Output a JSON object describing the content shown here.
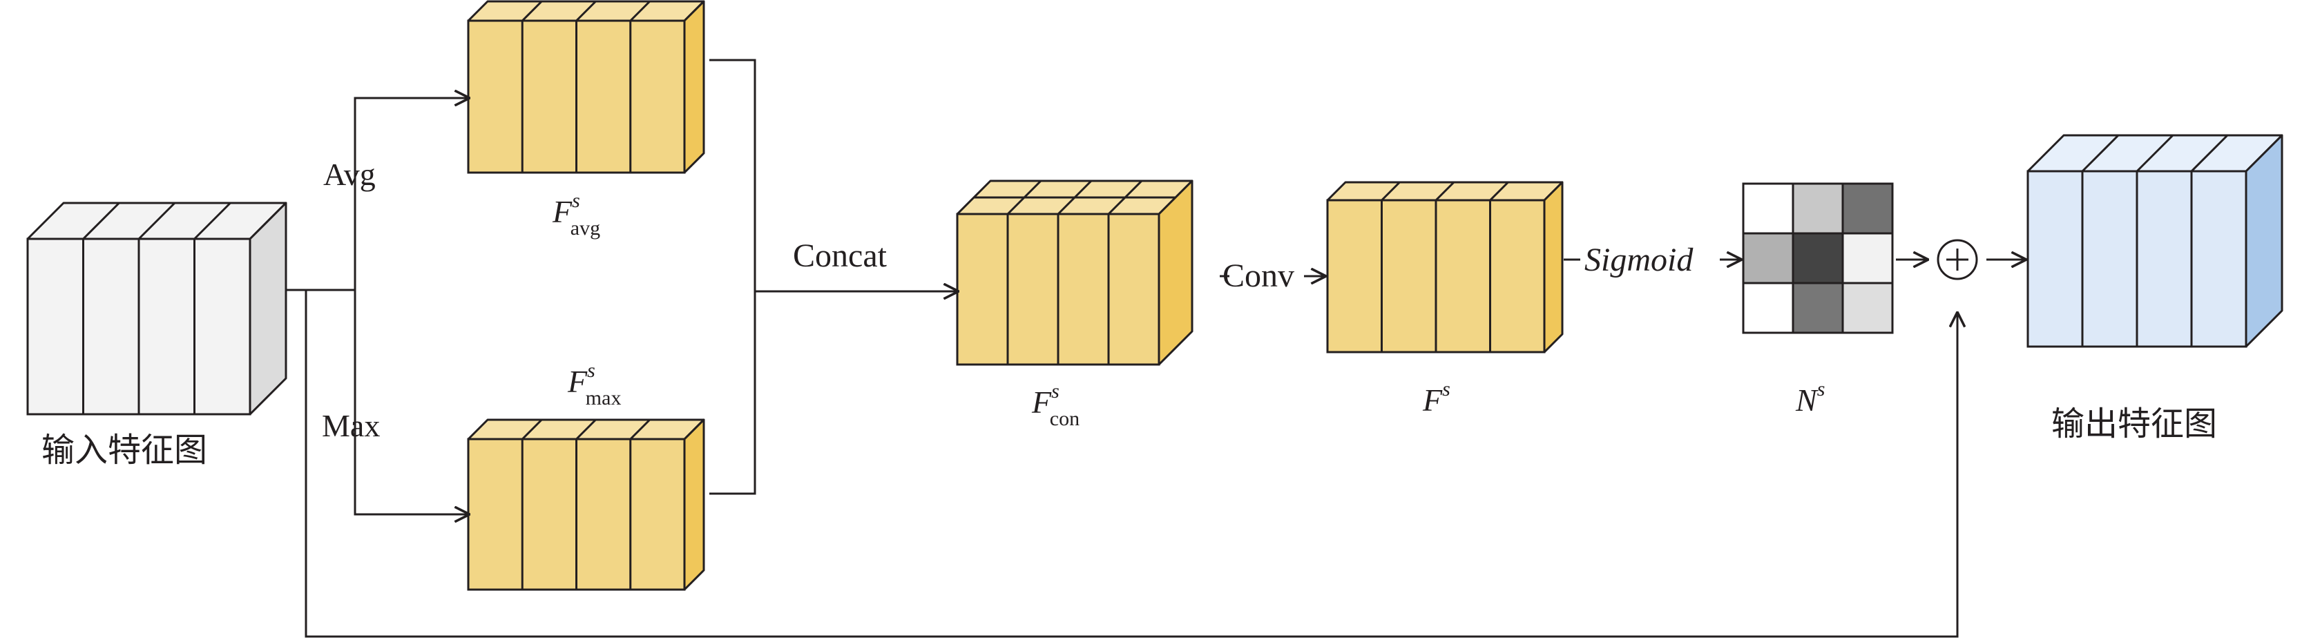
{
  "labels": {
    "input": "输入特征图",
    "output": "输出特征图",
    "avg": "Avg",
    "max": "Max",
    "concat": "Concat",
    "conv": "Conv",
    "sigmoid": "Sigmoid",
    "plus": "+"
  },
  "math": {
    "f_avg": {
      "base": "F",
      "sup": "s",
      "sub": "avg"
    },
    "f_max": {
      "base": "F",
      "sup": "s",
      "sub": "max"
    },
    "f_con": {
      "base": "F",
      "sup": "s",
      "sub": "con"
    },
    "f_s": {
      "base": "F",
      "sup": "s"
    },
    "n_s": {
      "base": "N",
      "sup": "s"
    }
  },
  "colors": {
    "ink": "#231f20",
    "input_face": "#f3f3f3",
    "input_side": "#dcdcdc",
    "feature_face": "#f2d686",
    "feature_top": "#f6e1a6",
    "feature_side": "#f0c75a",
    "output_face": "#dde9f8",
    "output_top": "#e7f0fb",
    "output_side": "#a9c8ea"
  },
  "attention_map": {
    "rows": 3,
    "cols": 3,
    "cells": [
      "#ffffff",
      "#c8c8c8",
      "#727272",
      "#b1b1b1",
      "#444444",
      "#f2f2f2",
      "#ffffff",
      "#777777",
      "#dedede"
    ]
  }
}
